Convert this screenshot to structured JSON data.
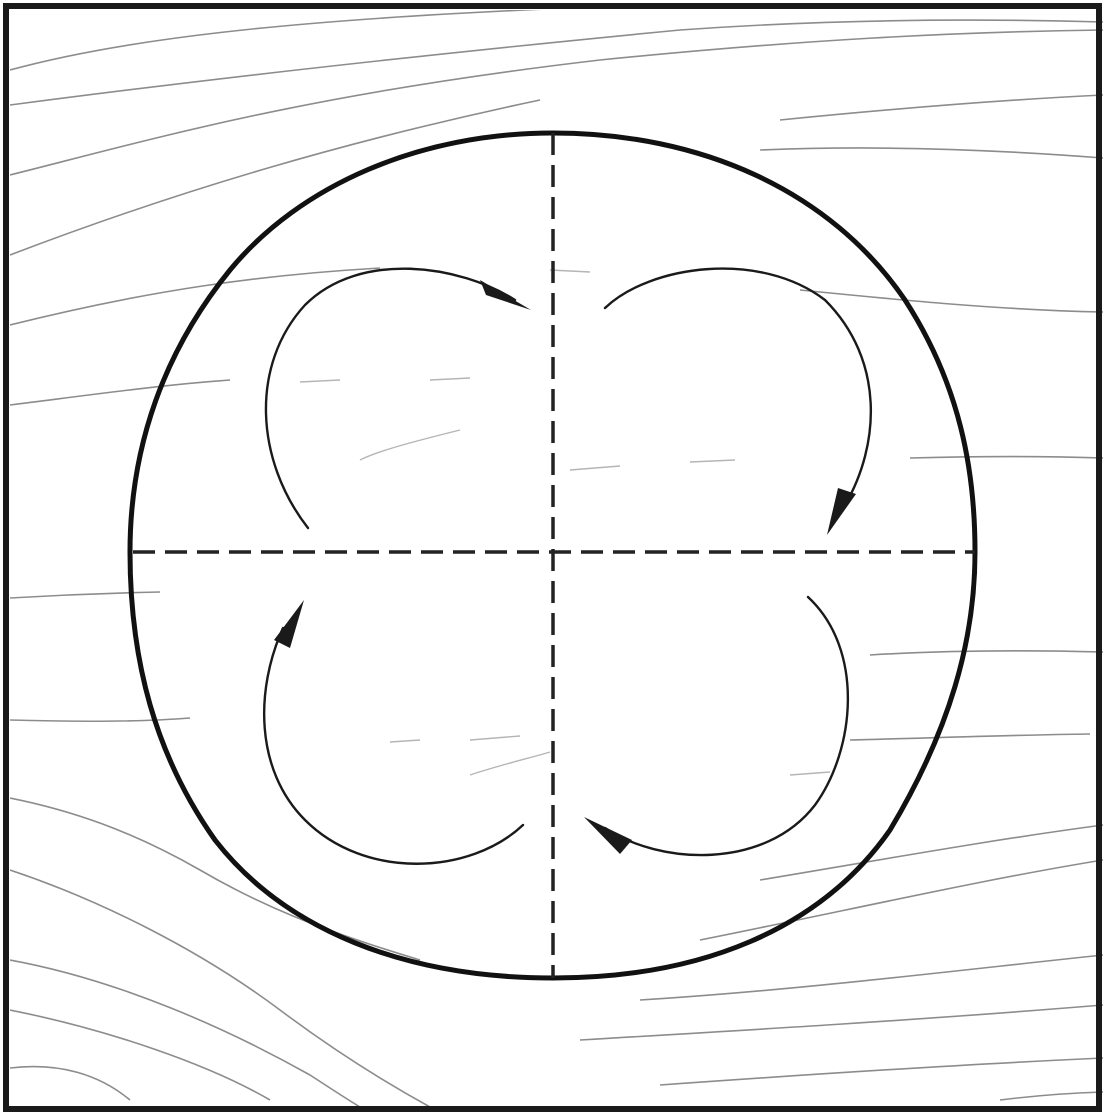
{
  "diagram": {
    "description_visible_text": "",
    "colors": {
      "background": "#ffffff",
      "frame": "#1a1a1a",
      "outline": "#111111",
      "axes": "#222222",
      "circulation": "#1a1a1a",
      "streamline": "#8c8c8c",
      "streamline_faint": "#b5b5b5"
    },
    "elements": {
      "frame": "border-frame",
      "deformed_drop": "drop-outline",
      "axes": [
        "vertical-axis",
        "horizontal-axis"
      ],
      "vortices": [
        "vortex-top-left",
        "vortex-top-right",
        "vortex-bottom-left",
        "vortex-bottom-right"
      ],
      "arrowheads": [
        "arrow-icon"
      ]
    }
  }
}
